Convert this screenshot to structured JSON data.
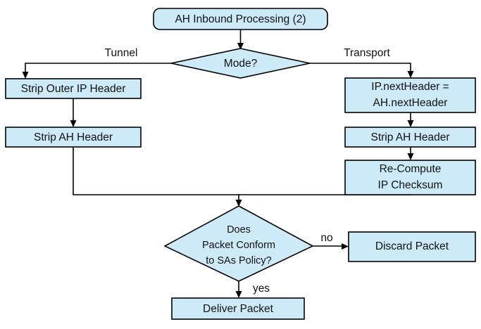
{
  "diagram": {
    "title": "AH Inbound Processing (2)",
    "type": "flowchart",
    "colors": {
      "node_fill": "#cceaf7",
      "node_stroke": "#000000",
      "background": "#ffffff",
      "text": "#111111"
    },
    "nodes": {
      "start": {
        "id": "start",
        "shape": "rounded-rect",
        "label": "AH Inbound Processing (2)"
      },
      "mode_decision": {
        "id": "mode_decision",
        "shape": "diamond",
        "label": "Mode?"
      },
      "strip_outer_ip": {
        "id": "strip_outer_ip",
        "shape": "rect",
        "label": "Strip Outer IP Header"
      },
      "strip_ah_tunnel": {
        "id": "strip_ah_tunnel",
        "shape": "rect",
        "label": "Strip AH Header"
      },
      "next_header": {
        "id": "next_header",
        "shape": "rect",
        "label_line1": "IP.nextHeader =",
        "label_line2": "AH.nextHeader"
      },
      "strip_ah_transport": {
        "id": "strip_ah_transport",
        "shape": "rect",
        "label": "Strip AH Header"
      },
      "recompute_checksum": {
        "id": "recompute_checksum",
        "shape": "rect",
        "label_line1": "Re-Compute",
        "label_line2": "IP Checksum"
      },
      "policy_decision": {
        "id": "policy_decision",
        "shape": "diamond",
        "label_line1": "Does",
        "label_line2": "Packet Conform",
        "label_line3": "to SAs Policy?"
      },
      "discard_packet": {
        "id": "discard_packet",
        "shape": "rect",
        "label": "Discard Packet"
      },
      "deliver_packet": {
        "id": "deliver_packet",
        "shape": "rect",
        "label": "Deliver Packet"
      }
    },
    "edge_labels": {
      "tunnel": "Tunnel",
      "transport": "Transport",
      "no": "no",
      "yes": "yes"
    }
  }
}
